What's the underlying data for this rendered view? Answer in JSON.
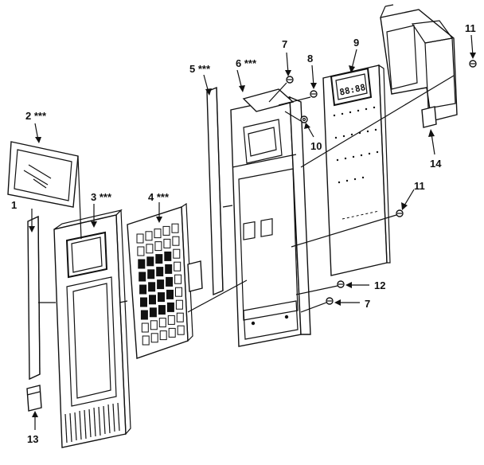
{
  "labels": {
    "p1": "1",
    "p2": "2 ***",
    "p3": "3 ***",
    "p4": "4 ***",
    "p5": "5 ***",
    "p6": "6 ***",
    "p7a": "7",
    "p7b": "7",
    "p8": "8",
    "p9": "9",
    "p10": "10",
    "p11a": "11",
    "p11b": "11",
    "p12": "12",
    "p13": "13",
    "p14": "14"
  },
  "display_text": "88:88",
  "colors": {
    "ink": "#111111",
    "paper": "#ffffff"
  }
}
